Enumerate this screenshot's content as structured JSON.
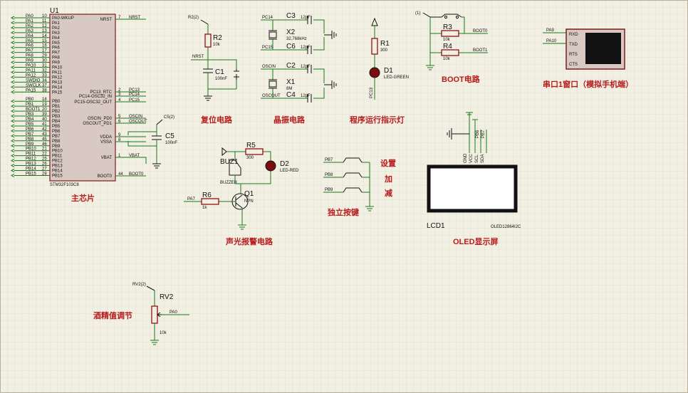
{
  "chip": {
    "ref": "U1",
    "part": "STM32F103C8",
    "left_pins": [
      {
        "net": "PA0",
        "num": "10",
        "name": "PA0-WKUP"
      },
      {
        "net": "PA1",
        "num": "11",
        "name": "PA1"
      },
      {
        "net": "PA2",
        "num": "12",
        "name": "PA2"
      },
      {
        "net": "PA3",
        "num": "13",
        "name": "PA3"
      },
      {
        "net": "PA4",
        "num": "14",
        "name": "PA4"
      },
      {
        "net": "PA5",
        "num": "15",
        "name": "PA5"
      },
      {
        "net": "PA6",
        "num": "16",
        "name": "PA6"
      },
      {
        "net": "PA7",
        "num": "17",
        "name": "PA7"
      },
      {
        "net": "PA8",
        "num": "29",
        "name": "PA8"
      },
      {
        "net": "PA9",
        "num": "30",
        "name": "PA9"
      },
      {
        "net": "PA10",
        "num": "31",
        "name": "PA10"
      },
      {
        "net": "PA11",
        "num": "32",
        "name": "PA11"
      },
      {
        "net": "PA12",
        "num": "33",
        "name": "PA12"
      },
      {
        "net": "SWDIO",
        "num": "34",
        "name": "PA13"
      },
      {
        "net": "SWCLK",
        "num": "37",
        "name": "PA14"
      },
      {
        "net": "PA15",
        "num": "38",
        "name": "PA15"
      },
      {
        "net": "PB0",
        "num": "18",
        "name": "PB0"
      },
      {
        "net": "PB1",
        "num": "19",
        "name": "PB1"
      },
      {
        "net": "BOOT1",
        "num": "20",
        "name": "PB2"
      },
      {
        "net": "PB3",
        "num": "39",
        "name": "PB3"
      },
      {
        "net": "PB4",
        "num": "40",
        "name": "PB4"
      },
      {
        "net": "PB5",
        "num": "41",
        "name": "PB5"
      },
      {
        "net": "PB6",
        "num": "42",
        "name": "PB6"
      },
      {
        "net": "PB7",
        "num": "43",
        "name": "PB7"
      },
      {
        "net": "PB8",
        "num": "45",
        "name": "PB8"
      },
      {
        "net": "PB9",
        "num": "46",
        "name": "PB9"
      },
      {
        "net": "PB10",
        "num": "21",
        "name": "PB10"
      },
      {
        "net": "PB11",
        "num": "22",
        "name": "PB11"
      },
      {
        "net": "PB12",
        "num": "25",
        "name": "PB12"
      },
      {
        "net": "PB13",
        "num": "26",
        "name": "PB13"
      },
      {
        "net": "PB14",
        "num": "27",
        "name": "PB14"
      },
      {
        "net": "PB15",
        "num": "28",
        "name": "PB15"
      }
    ],
    "right_pins": [
      {
        "num": "7",
        "name": "NRST",
        "net": "NRST"
      },
      {
        "num": "2",
        "name": "PC13_RTC",
        "net": "PC13"
      },
      {
        "num": "3",
        "name": "PC14-OSC32_IN",
        "net": "PC14"
      },
      {
        "num": "4",
        "name": "PC15-OSC32_OUT",
        "net": "PC15"
      },
      {
        "num": "5",
        "name": "OSCIN_PD0",
        "net": "OSCIN"
      },
      {
        "num": "6",
        "name": "OSCOUT_PD1",
        "net": "OSCOUT"
      },
      {
        "num": "9",
        "name": "VDDA",
        "net": ""
      },
      {
        "num": "8",
        "name": "VSSA",
        "net": ""
      },
      {
        "num": "1",
        "name": "VBAT",
        "net": "VBAT"
      },
      {
        "num": "44",
        "name": "BOOT0",
        "net": "BOOT0"
      }
    ],
    "c5_label": "C5",
    "c5_value": "100nF",
    "c5_probe": "C5(2)"
  },
  "reset": {
    "r_ref": "R2",
    "r_val": "10k",
    "probe": "R2(2)",
    "net": "NRST",
    "c_ref": "C1",
    "c_val": "100nF"
  },
  "crystal": {
    "net_pc14": "PC14",
    "net_pc15": "PC15",
    "net_oscin": "OSCIN",
    "net_oscout": "OSCOUT",
    "c3": "C3",
    "c6": "C6",
    "c2": "C2",
    "c4": "C4",
    "cval": "12pF",
    "x2": "X2",
    "x2val": "32.768kHz",
    "x1": "X1",
    "x1val": "8M"
  },
  "led": {
    "r_ref": "R1",
    "r_val": "300",
    "d_ref": "D1",
    "d_val": "LED-GREEN",
    "net": "PC13"
  },
  "boot": {
    "probe": "(1)",
    "r3": "R3",
    "r3val": "10k",
    "r4": "R4",
    "r4val": "10k",
    "net0": "BOOT0",
    "net1": "BOOT1"
  },
  "uart": {
    "pins": [
      "RXD",
      "TXD",
      "RTS",
      "CTS"
    ],
    "nets": [
      "PA9",
      "PA10"
    ]
  },
  "buzzer": {
    "r5": "R5",
    "r5val": "300",
    "d2": "D2",
    "d2val": "LED-RED",
    "bz": "BUZ1",
    "bzval": "BUZZER",
    "r6": "R6",
    "r6val": "1k",
    "q1": "Q1",
    "q1val": "NPN",
    "net": "PA7"
  },
  "keys": {
    "nets": [
      "PB7",
      "PB8",
      "PB9"
    ],
    "labels": [
      "设置",
      "加",
      "减"
    ]
  },
  "oled": {
    "ref": "LCD1",
    "part": "OLED12864I2C",
    "pins": [
      "GND",
      "VCC",
      "SCL",
      "SDA"
    ],
    "nets": [
      "PB6",
      "PB7"
    ]
  },
  "pot": {
    "ref": "RV2",
    "val": "10k",
    "probe": "RV2(2)",
    "net": "PA0"
  },
  "titles": {
    "main_chip": "主芯片",
    "reset": "复位电路",
    "crystal": "晶振电路",
    "led": "程序运行指示灯",
    "boot": "BOOT电路",
    "uart": "串口1窗口（模拟手机端）",
    "buzzer": "声光报警电路",
    "keys": "独立按键",
    "oled": "OLED显示屏",
    "pot": "酒精值调节"
  }
}
